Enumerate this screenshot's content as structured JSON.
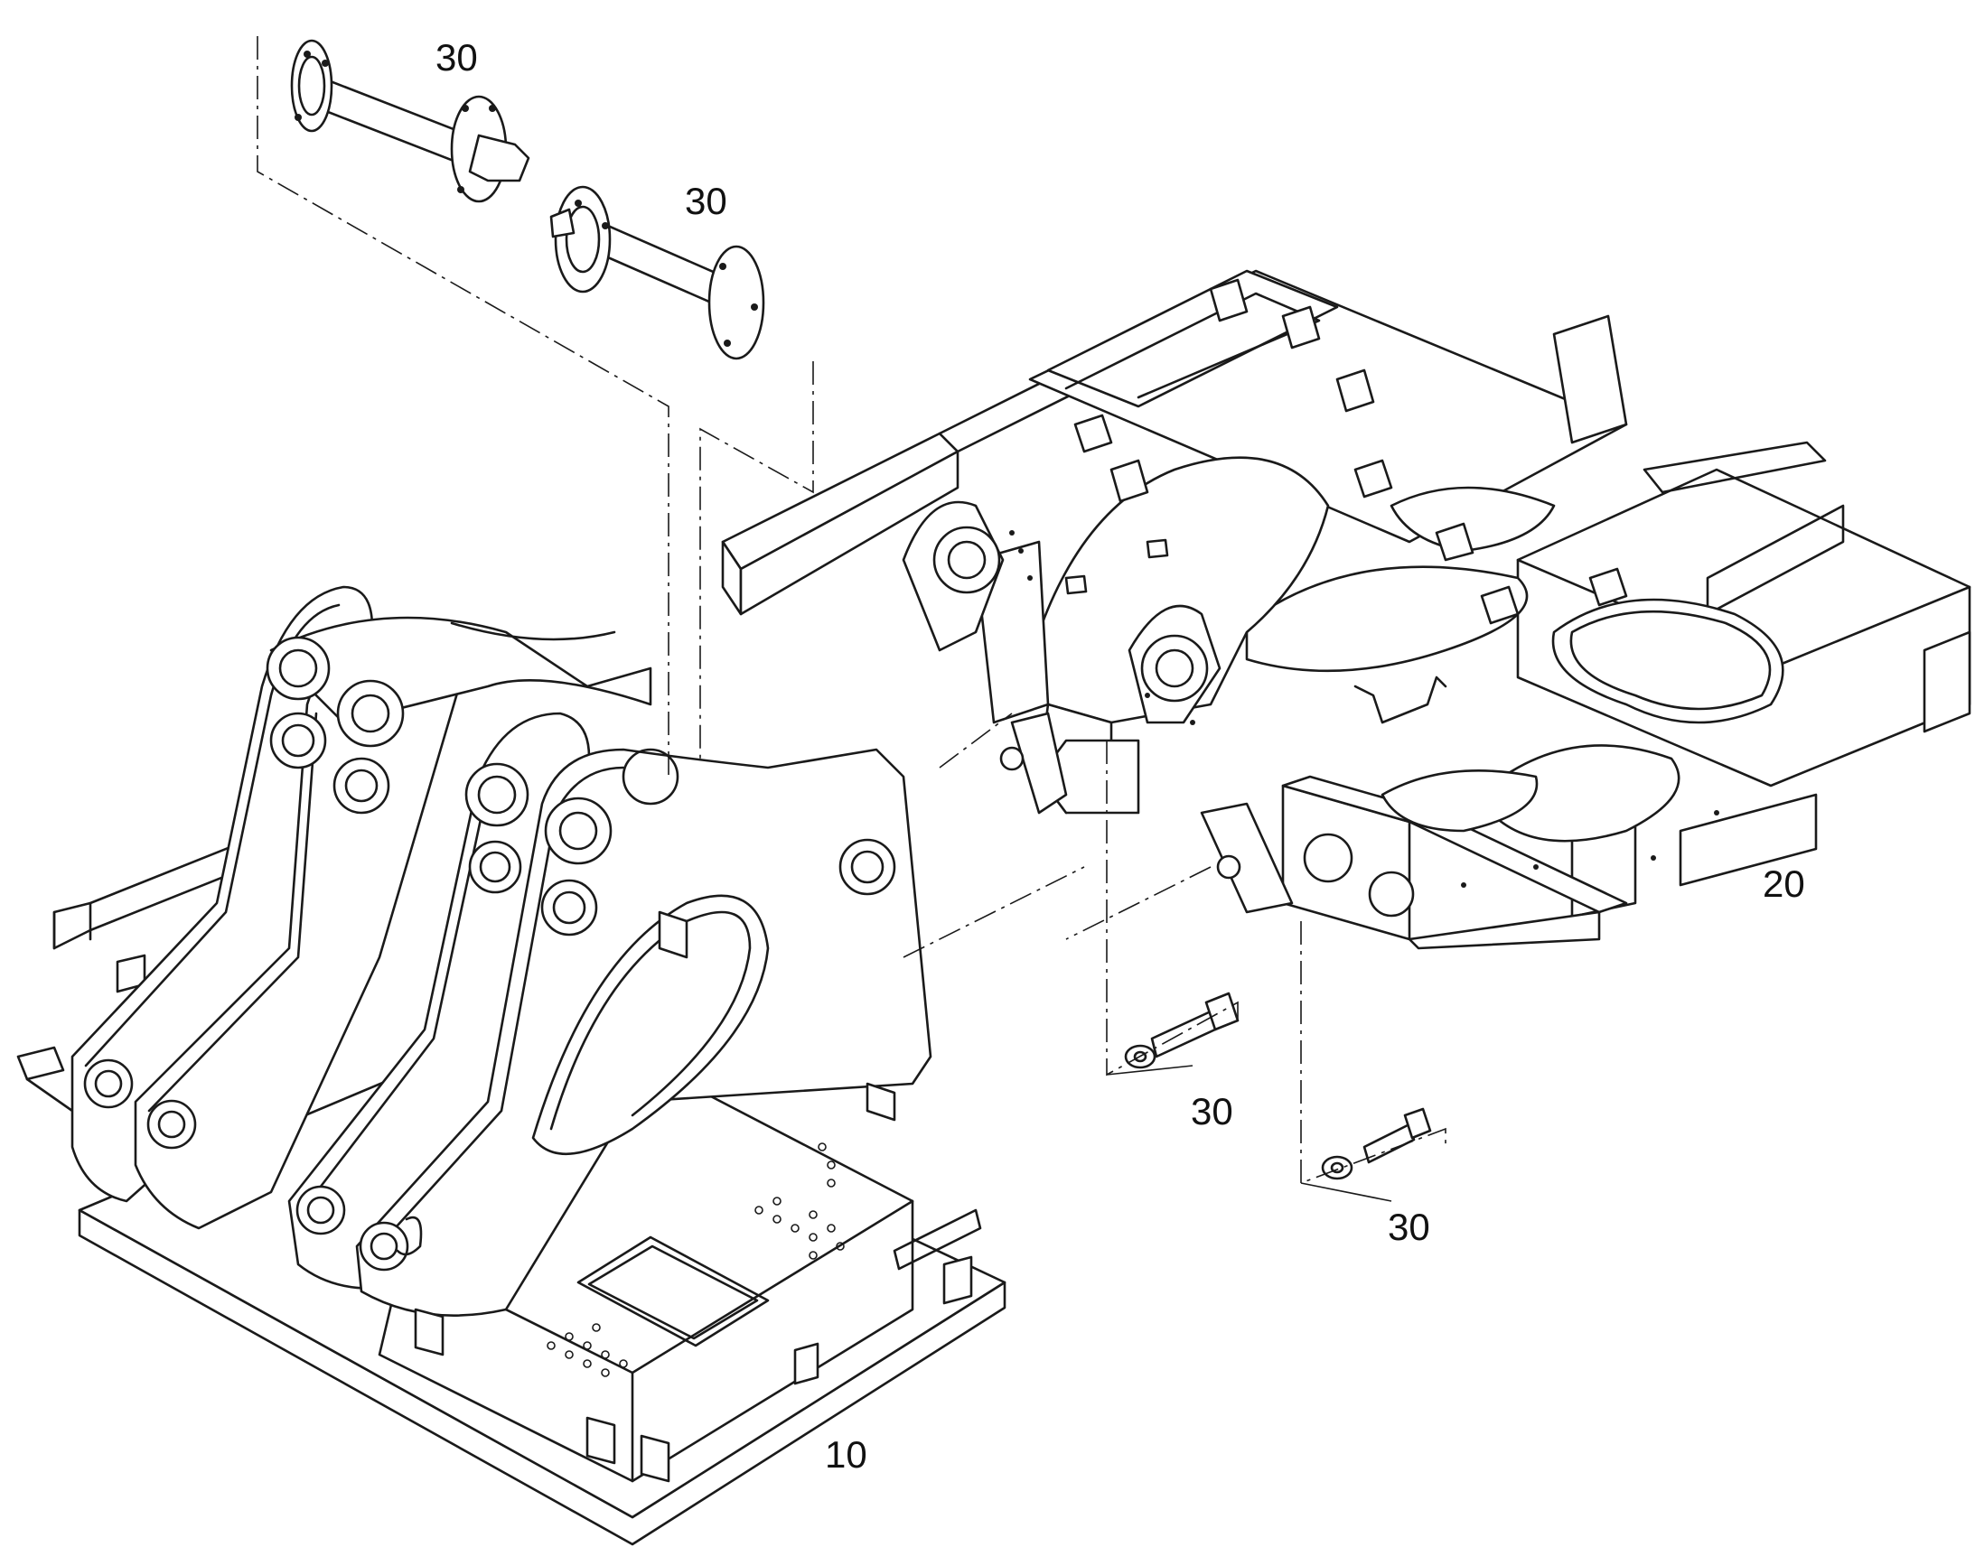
{
  "diagram": {
    "callouts": [
      {
        "id": "c1",
        "text": "30"
      },
      {
        "id": "c2",
        "text": "30"
      },
      {
        "id": "c3",
        "text": "20"
      },
      {
        "id": "c4",
        "text": "30"
      },
      {
        "id": "c5",
        "text": "30"
      },
      {
        "id": "c6",
        "text": "10"
      }
    ]
  }
}
